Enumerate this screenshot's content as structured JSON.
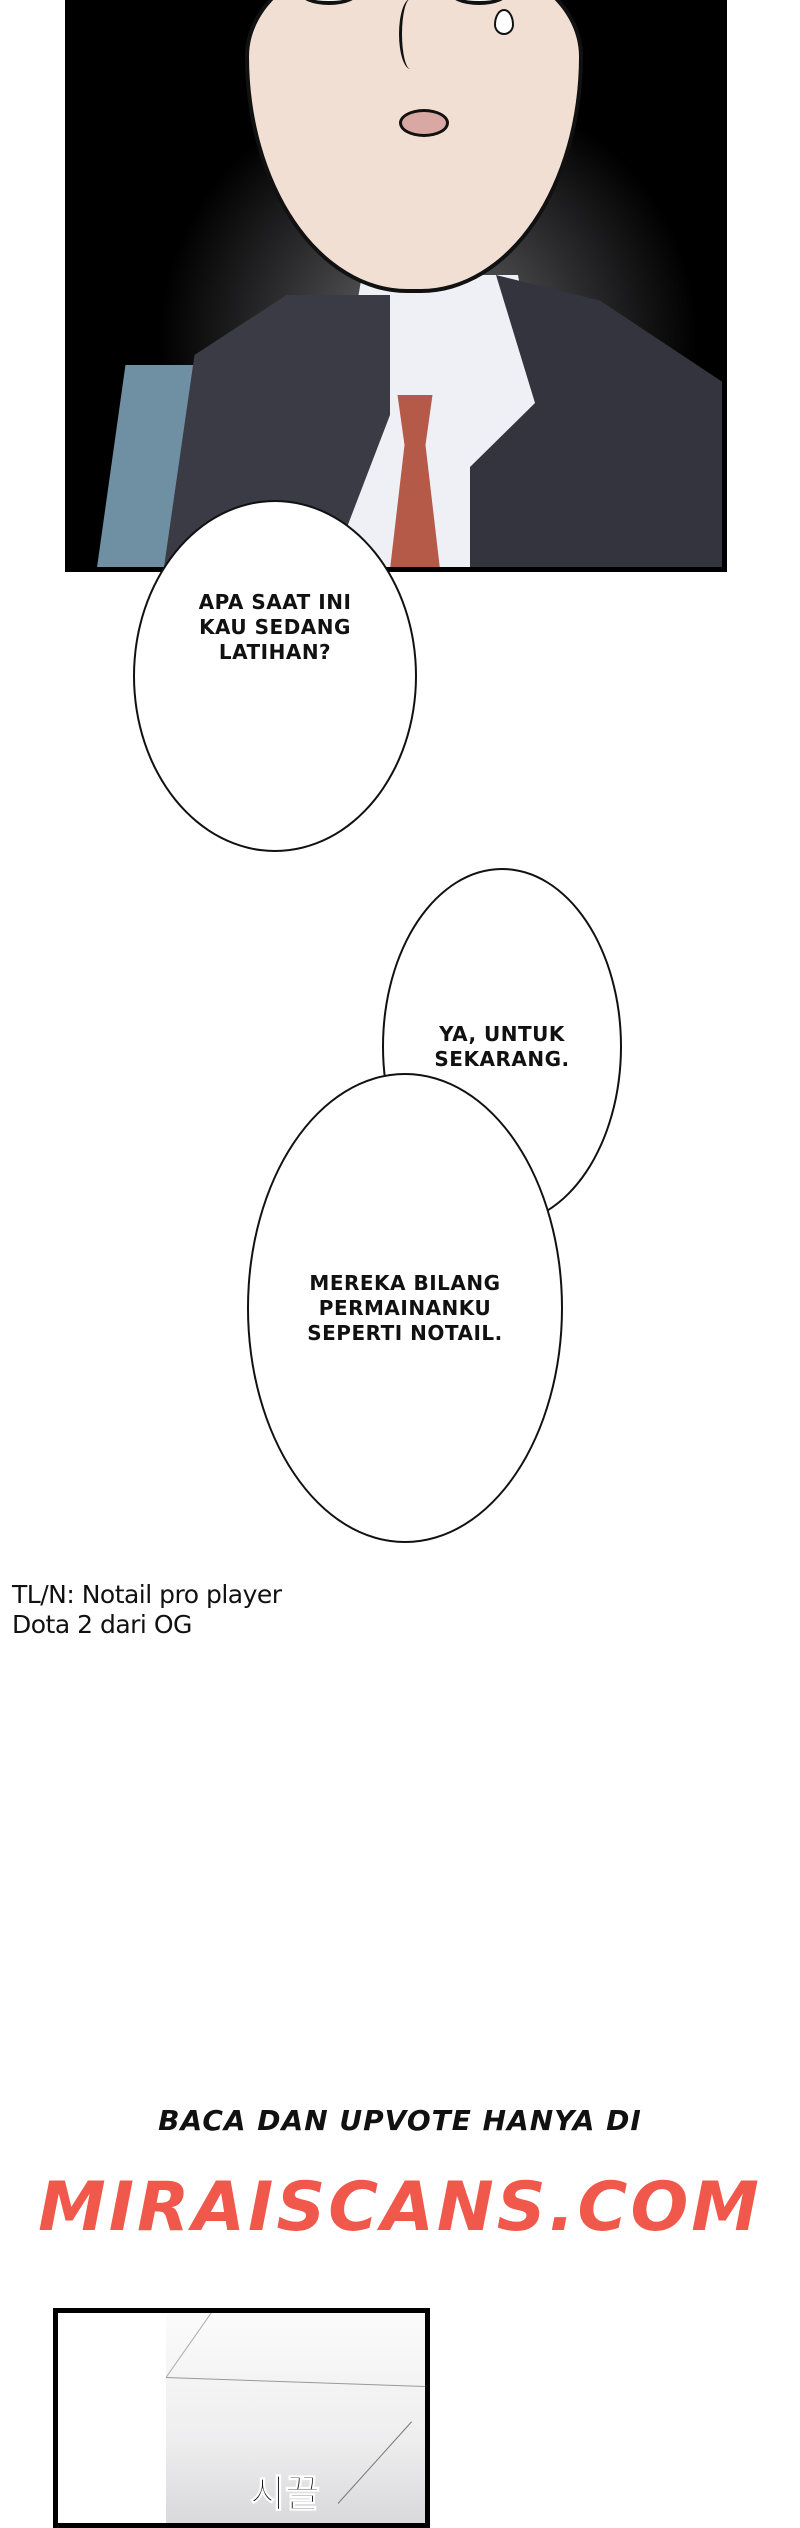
{
  "panels": {
    "top_panel": {
      "description": "Close-up of schoolboy with sweat drop, white shirt, red tie, dark vest, black vignette background"
    },
    "bottom_panel": {
      "sfx": "시끌"
    }
  },
  "bubbles": [
    {
      "text": "APA SAAT INI\nKAU SEDANG\nLATIHAN?"
    },
    {
      "text": "YA, UNTUK\nSEKARANG."
    },
    {
      "text": "MEREKA BILANG\nPERMAINANKU\nSEPERTI NOTAIL."
    }
  ],
  "tl_note": "TL/N: Notail pro player\nDota 2 dari OG",
  "promo": {
    "line1": "BACA DAN UPVOTE HANYA DI",
    "line2": "MIRAISCANS.COM",
    "accent_color": "#f0584c"
  }
}
